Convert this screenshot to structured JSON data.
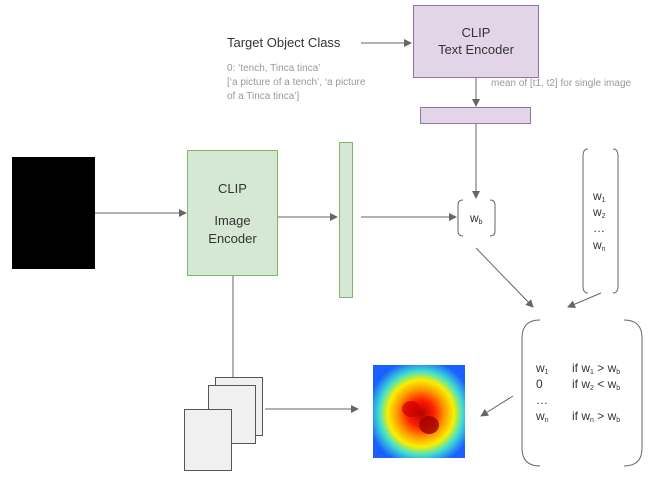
{
  "nodes": {
    "target_label": "Target Object Class",
    "class_example": [
      "0: ‘tench, Tinca tinca’",
      "[‘a picture of a tench’, ‘a picture",
      "of a Tinca tinca’]"
    ],
    "text_encoder": [
      "CLIP",
      "Text Encoder"
    ],
    "mean_note": "mean of [t1, t2] for single image",
    "image_encoder": [
      "CLIP",
      "",
      "Image",
      "Encoder"
    ],
    "wb": "w",
    "wb_sub": "b",
    "weights_col": {
      "w1": "w",
      "w1_sub": "1",
      "w2": "w",
      "w2_sub": "2",
      "dots": "…",
      "wn": "w",
      "wn_sub": "n"
    },
    "result_rows": [
      {
        "left": "w",
        "left_sub": "1",
        "cond": "if w",
        "cond_sub1": "1",
        "op": " > w",
        "cond_sub2": "b"
      },
      {
        "left": "0",
        "left_sub": "",
        "cond": "if w",
        "cond_sub1": "2",
        "op": " < w",
        "cond_sub2": "b"
      },
      {
        "left": "…",
        "left_sub": "",
        "cond": "",
        "cond_sub1": "",
        "op": "",
        "cond_sub2": ""
      },
      {
        "left": "w",
        "left_sub": "n",
        "cond": "if w",
        "cond_sub1": "n",
        "op": " > w",
        "cond_sub2": "b"
      }
    ],
    "stack_dots": "…"
  },
  "colors": {
    "text_encoder_fill": "#e1d5e7",
    "text_encoder_stroke": "#9673a6",
    "image_encoder_fill": "#d5e8d4",
    "image_encoder_stroke": "#82b366",
    "arrow": "#666666"
  }
}
